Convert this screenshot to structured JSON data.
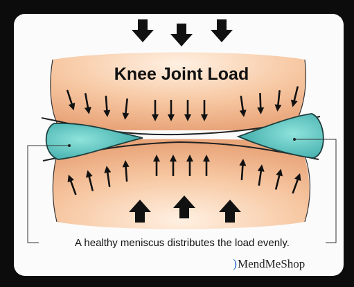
{
  "diagram": {
    "title": "Knee Joint Load",
    "caption": "A healthy meniscus distributes the load evenly.",
    "brand": {
      "name": "MendMeShop",
      "mark": ")"
    },
    "colors": {
      "frame": "#0c0c0c",
      "panel": "#fbfbfb",
      "bone_light": "#fff0e2",
      "bone_dark": "#e9a57a",
      "meniscus_light": "#8fe3dc",
      "meniscus_dark": "#3aa8a6",
      "arrow": "#111111",
      "outline": "#222222"
    },
    "icons": {
      "load_arrow": "arrow-down-icon",
      "support_arrow": "arrow-up-icon"
    }
  }
}
